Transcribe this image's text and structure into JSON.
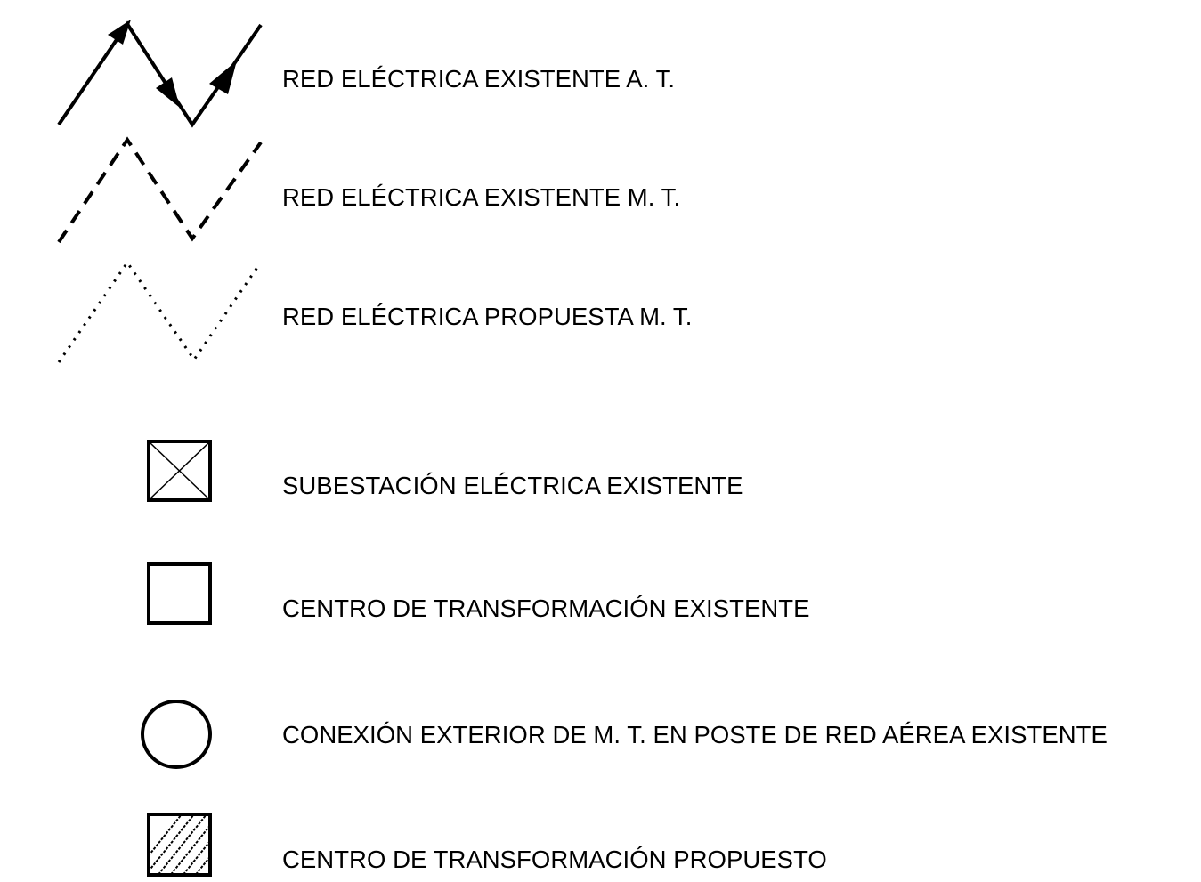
{
  "legend": {
    "items": [
      {
        "label": "RED ELÉCTRICA EXISTENTE A. T.",
        "symbol": "solid-zigzag-with-arrows-icon"
      },
      {
        "label": "RED ELÉCTRICA EXISTENTE M. T.",
        "symbol": "dashed-zigzag-icon"
      },
      {
        "label": "RED ELÉCTRICA PROPUESTA M. T.",
        "symbol": "dotted-zigzag-icon"
      },
      {
        "label": "SUBESTACIÓN ELÉCTRICA EXISTENTE",
        "symbol": "crossed-square-icon"
      },
      {
        "label": "CENTRO DE TRANSFORMACIÓN EXISTENTE",
        "symbol": "empty-square-icon"
      },
      {
        "label": "CONEXIÓN EXTERIOR DE M. T. EN POSTE DE RED AÉREA EXISTENTE",
        "symbol": "circle-icon"
      },
      {
        "label": "CENTRO DE TRANSFORMACIÓN PROPUESTO",
        "symbol": "hatched-square-icon"
      }
    ],
    "colors": {
      "stroke": "#000000",
      "background": "#ffffff"
    }
  }
}
